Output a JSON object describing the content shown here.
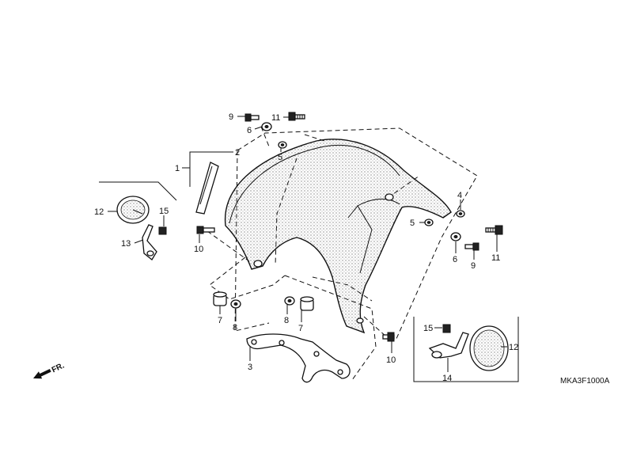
{
  "diagram": {
    "drawing_code": "MKA3F1000A",
    "direction_label": "FR.",
    "callouts": {
      "c1": "1",
      "c2": "2",
      "c3": "3",
      "c4": "4",
      "c5a": "5",
      "c5b": "5",
      "c6a": "6",
      "c6b": "6",
      "c7a": "7",
      "c7b": "7",
      "c8a": "8",
      "c8b": "8",
      "c9a": "9",
      "c9b": "9",
      "c10a": "10",
      "c10b": "10",
      "c11a": "11",
      "c11b": "11",
      "c12a": "12",
      "c12b": "12",
      "c13": "13",
      "c14": "14",
      "c15a": "15",
      "c15b": "15"
    }
  }
}
